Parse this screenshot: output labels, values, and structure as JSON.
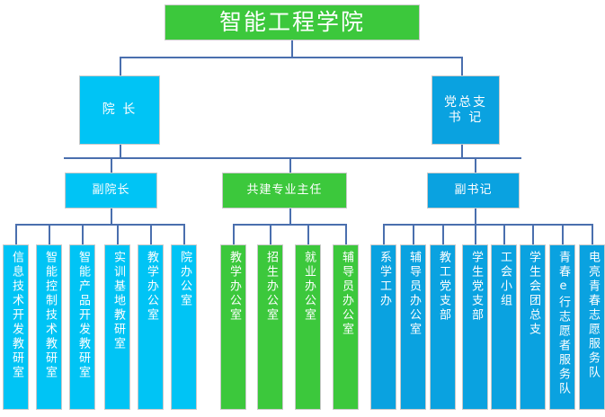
{
  "chart_title": "智能工程学院",
  "colors": {
    "green": "#3cc83c",
    "cyan": "#00c4f5",
    "blue": "#0aa2e0",
    "line": "#4a6fae",
    "text": "#ffffff"
  },
  "root": {
    "label": "智能工程学院",
    "color": "green"
  },
  "level1": [
    {
      "label": "院 长",
      "color": "cyan"
    },
    {
      "label_line1": "党总支",
      "label_line2": "书  记",
      "color": "blue"
    }
  ],
  "level2": [
    {
      "label": "副院长",
      "color": "cyan"
    },
    {
      "label": "共建专业主任",
      "color": "green"
    },
    {
      "label": "副书记",
      "color": "blue"
    }
  ],
  "groups": [
    {
      "parent": "副院长",
      "color": "cyan",
      "items": [
        {
          "label": "信息技术开发教研室"
        },
        {
          "label": "智能控制技术教研室"
        },
        {
          "label": "智能产品开发教研室"
        },
        {
          "label": "实训基地教研室"
        },
        {
          "label": "教学办公室"
        },
        {
          "label": "院办公室"
        }
      ]
    },
    {
      "parent": "共建专业主任",
      "color": "green",
      "items": [
        {
          "label": "教学办公室"
        },
        {
          "label": "招生办公室"
        },
        {
          "label": "就业办公室"
        },
        {
          "label": "辅导员办公室"
        }
      ]
    },
    {
      "parent": "副书记",
      "color": "blue",
      "items": [
        {
          "label": "系学工办"
        },
        {
          "label": "辅导员办公室"
        },
        {
          "label": "教工党支部"
        },
        {
          "label": "学生党支部"
        },
        {
          "label": "工会小组"
        },
        {
          "label": "学生会团总支"
        },
        {
          "label": "青春e行志愿者服务队"
        },
        {
          "label": "电亮青春志愿服务队"
        }
      ]
    }
  ]
}
